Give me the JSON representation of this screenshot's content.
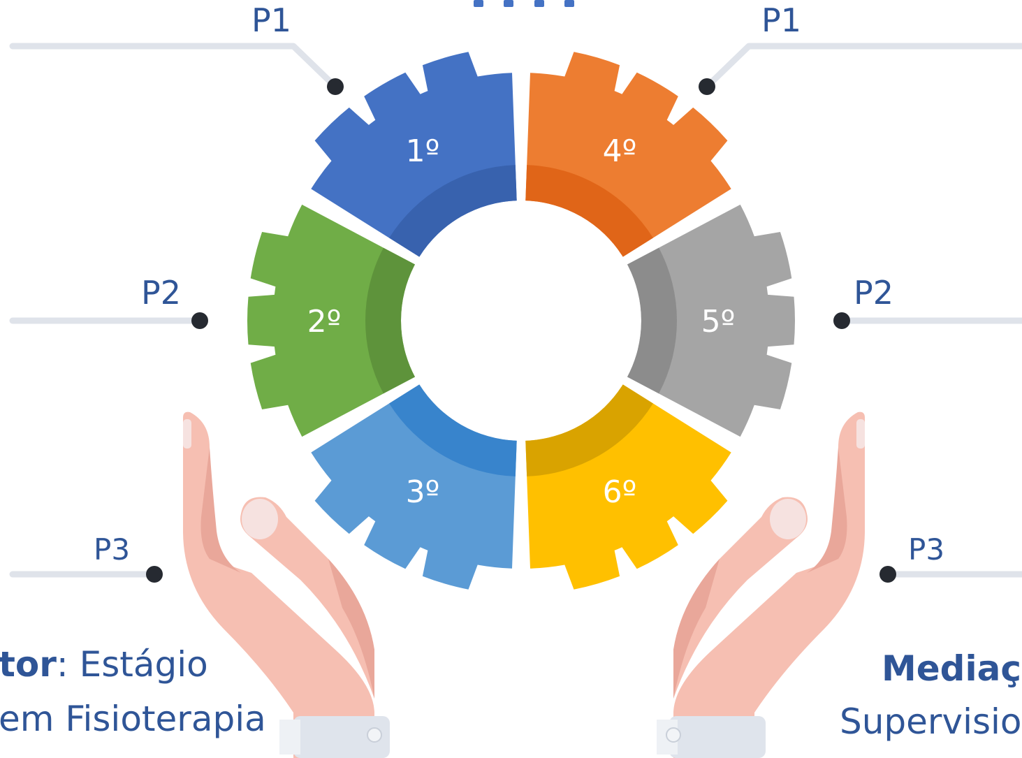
{
  "colors": {
    "blue": "#4472C4",
    "blue_dark": "#3862AE",
    "green": "#70AD47",
    "green_dark": "#5E933B",
    "light_blue": "#5B9BD5",
    "light_blue_dark": "#3884CC",
    "orange": "#ED7D31",
    "orange_dark": "#E06518",
    "gray": "#A5A5A5",
    "gray_dark": "#8C8C8C",
    "yellow": "#FFC000",
    "yellow_dark": "#D9A300",
    "text": "#2F5597",
    "line": "#DFE3EA",
    "dot": "#262A31",
    "skin": "#F6BFB2",
    "skin_shadow": "#E9A79A",
    "cuff": "#DFE4EC"
  },
  "gear_segments": [
    {
      "label": "1º",
      "color": "blue"
    },
    {
      "label": "2º",
      "color": "green"
    },
    {
      "label": "3º",
      "color": "light_blue"
    },
    {
      "label": "4º",
      "color": "orange"
    },
    {
      "label": "5º",
      "color": "gray"
    },
    {
      "label": "6º",
      "color": "yellow"
    }
  ],
  "left_labels": [
    "P1",
    "P2",
    "P3"
  ],
  "right_labels": [
    "P1",
    "P2",
    "P3"
  ],
  "left_text": {
    "bold": "tor",
    "line1_rest": ": Estágio",
    "line2": "em Fisioterapia"
  },
  "right_text": {
    "bold": "Mediaçã",
    "line2": "Supervisio"
  }
}
